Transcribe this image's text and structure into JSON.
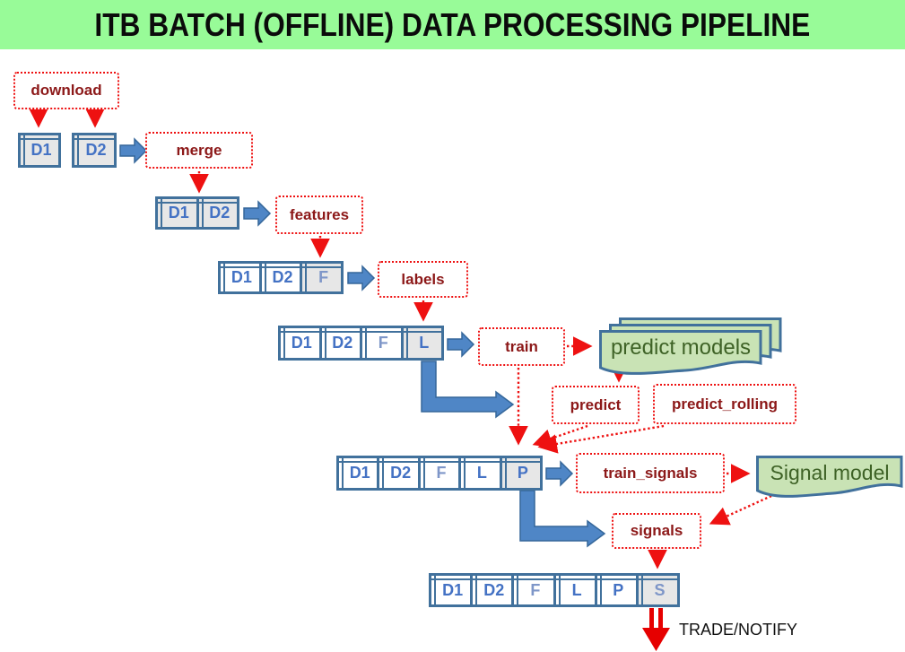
{
  "title": "ITB BATCH (OFFLINE) DATA PROCESSING PIPELINE",
  "actions": {
    "download": "download",
    "merge": "merge",
    "features": "features",
    "labels": "labels",
    "train": "train",
    "predict": "predict",
    "predict_rolling": "predict_rolling",
    "train_signals": "train_signals",
    "signals": "signals"
  },
  "models": {
    "predict_models": "predict models",
    "signal_model": "Signal model"
  },
  "output": {
    "trade_notify": "TRADE/NOTIFY"
  },
  "tables": {
    "d1": {
      "cells": [
        "D1"
      ]
    },
    "d2": {
      "cells": [
        "D2"
      ]
    },
    "merged": {
      "cells": [
        "D1",
        "D2"
      ]
    },
    "with_features": {
      "cells": [
        "D1",
        "D2",
        "F"
      ]
    },
    "with_labels": {
      "cells": [
        "D1",
        "D2",
        "F",
        "L"
      ]
    },
    "with_predictions": {
      "cells": [
        "D1",
        "D2",
        "F",
        "L",
        "P"
      ]
    },
    "with_signals": {
      "cells": [
        "D1",
        "D2",
        "F",
        "L",
        "P",
        "S"
      ]
    }
  },
  "colors": {
    "header_green": "#98FB98",
    "table_border_blue": "#41719C",
    "cell_text_blue": "#4472C4",
    "new_cell_gray": "#E7E7E7",
    "flow_arrow_blue": "#4F86C6",
    "dotted_red": "#EE1111",
    "action_text_dark_red": "#8C1818",
    "model_fill_green": "#C9E3B5",
    "model_text_green": "#3E6226",
    "trade_arrow_red": "#E60000"
  }
}
